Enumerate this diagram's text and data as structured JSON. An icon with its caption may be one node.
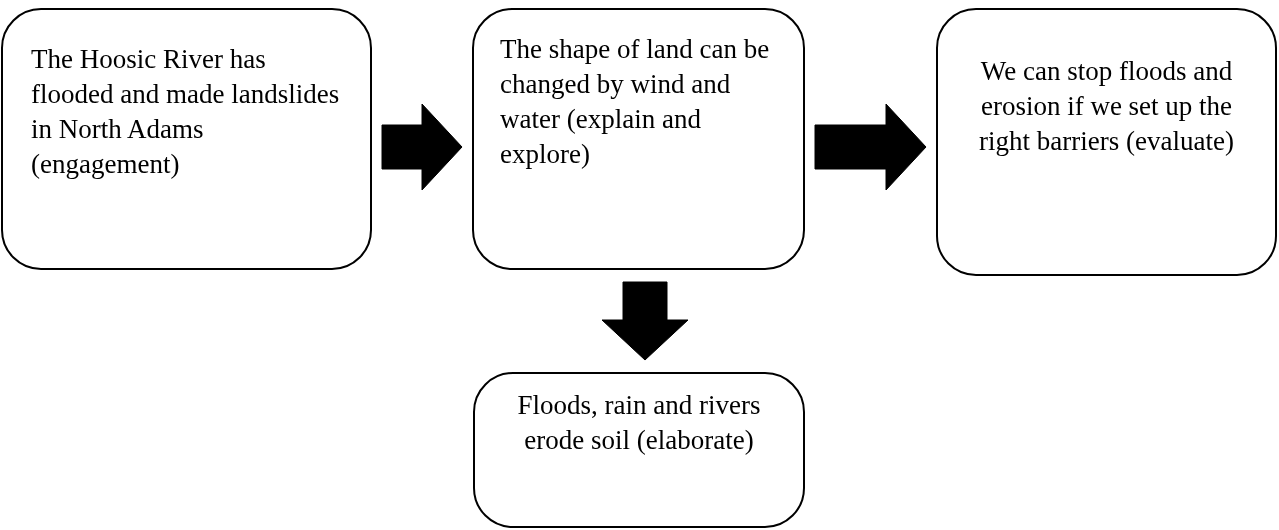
{
  "diagram": {
    "nodes": [
      {
        "text": [
          "The Hoosic River has flooded and made landslides in North Adams (engagement)"
        ]
      },
      {
        "text": [
          "The shape of land can be changed by wind and water (explain and explore)"
        ]
      },
      {
        "text": [
          "We can stop floods and erosion if we set up the right barriers (evaluate)"
        ]
      },
      {
        "text": [
          "Floods, rain and rivers erode soil (elaborate)"
        ]
      }
    ],
    "edges": [
      {
        "from": 0,
        "to": 1,
        "arrow": "to"
      },
      {
        "from": 1,
        "to": 2,
        "arrow": "to"
      },
      {
        "from": 1,
        "to": 3,
        "arrow": "to"
      }
    ]
  }
}
